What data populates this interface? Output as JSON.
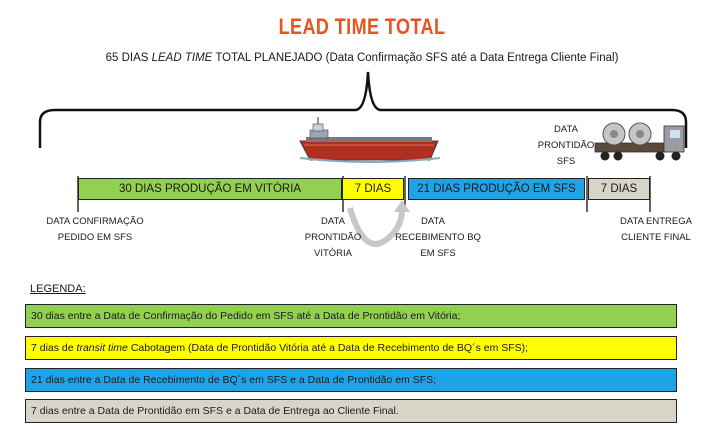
{
  "title": "LEAD TIME TOTAL",
  "subtitle": {
    "prefix": "65 DIAS ",
    "italic": "LEAD TIME",
    "suffix": " TOTAL PLANEJADO (Data Confirmação SFS até a Data Entrega Cliente Final)"
  },
  "bars": [
    {
      "label": "30 DIAS PRODUÇÃO EM VITÓRIA",
      "days": 30,
      "color": "#92d050"
    },
    {
      "label": "7 DIAS",
      "days": 7,
      "color": "#ffff00"
    },
    {
      "label": "21 DIAS PRODUÇÃO EM SFS",
      "days": 21,
      "color": "#1fa3e8"
    },
    {
      "label": "7 DIAS",
      "days": 7,
      "color": "#d8d4c8"
    }
  ],
  "milestones": {
    "confirmacao": [
      "DATA CONFIRMAÇÃO",
      "PEDIDO EM SFS"
    ],
    "prontidao_vitoria": [
      "DATA",
      "PRONTIDÃO",
      "VITÓRIA"
    ],
    "recebimento": [
      "DATA",
      "RECEBIMENTO BQ",
      "EM SFS"
    ],
    "prontidao_sfs": [
      "DATA",
      "PRONTIDÃO",
      "SFS"
    ],
    "entrega": [
      "DATA ENTREGA",
      "CLIENTE FINAL"
    ]
  },
  "legend": {
    "title": "LEGENDA:",
    "items": [
      {
        "text": "30 dias entre a Data de Confirmação  do Pedido em SFS até a Data de Prontidão em Vitória;"
      },
      {
        "prefix": "7 dias de ",
        "italic": "transit time",
        "suffix": " Cabotagem (Data de Prontidão Vitória até a Data de Recebimento de BQ´s em SFS);"
      },
      {
        "text": "21 dias entre a Data de Recebimento de BQ´s em SFS  e a Data de Prontidão em SFS;"
      },
      {
        "text": "7 dias entre a Data de Prontidão em SFS e a Data de Entrega ao Cliente Final."
      }
    ]
  },
  "icons": [
    "ship-icon",
    "truck-icon",
    "curved-arrow-icon"
  ]
}
